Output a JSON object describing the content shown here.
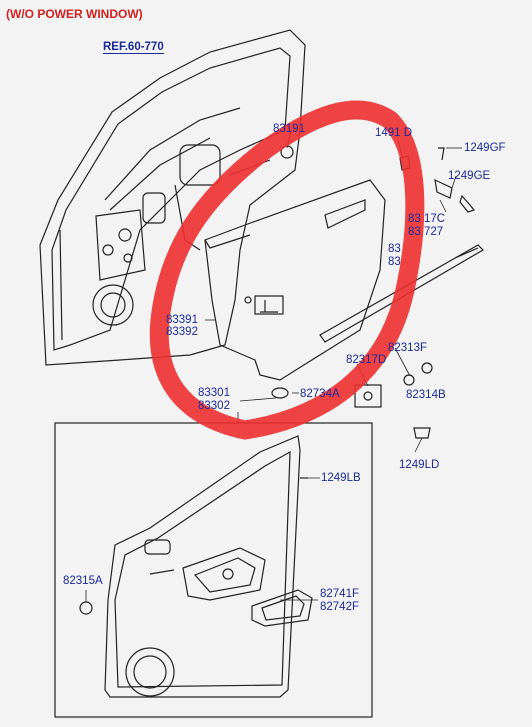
{
  "header": {
    "title": "(W/O POWER WINDOW)"
  },
  "reference": {
    "label": "REF.60-770"
  },
  "part_labels": {
    "p83191": "83191",
    "p1491d": "1491 D",
    "p1249gf": "1249GF",
    "p1249ge": "1249GE",
    "p83x17c": "83 17C",
    "p83x727": "83 727",
    "p83a": "83",
    "p83b": "83",
    "p83391": "83391",
    "p83392": "83392",
    "p82313f": "82313F",
    "p82317d": "82317D",
    "p82314b": "82314B",
    "p83301": "83301",
    "p83302": "83302",
    "p82734a": "82734A",
    "p1249ld": "1249LD",
    "p1249lb": "1249LB",
    "p82315a": "82315A",
    "p82741f": "82741F",
    "p82742f": "82742F"
  },
  "colors": {
    "annotation_circle": "#ee3030",
    "label_text": "#1a2a9a",
    "heading_text": "#d22020",
    "line_art": "#222222"
  }
}
